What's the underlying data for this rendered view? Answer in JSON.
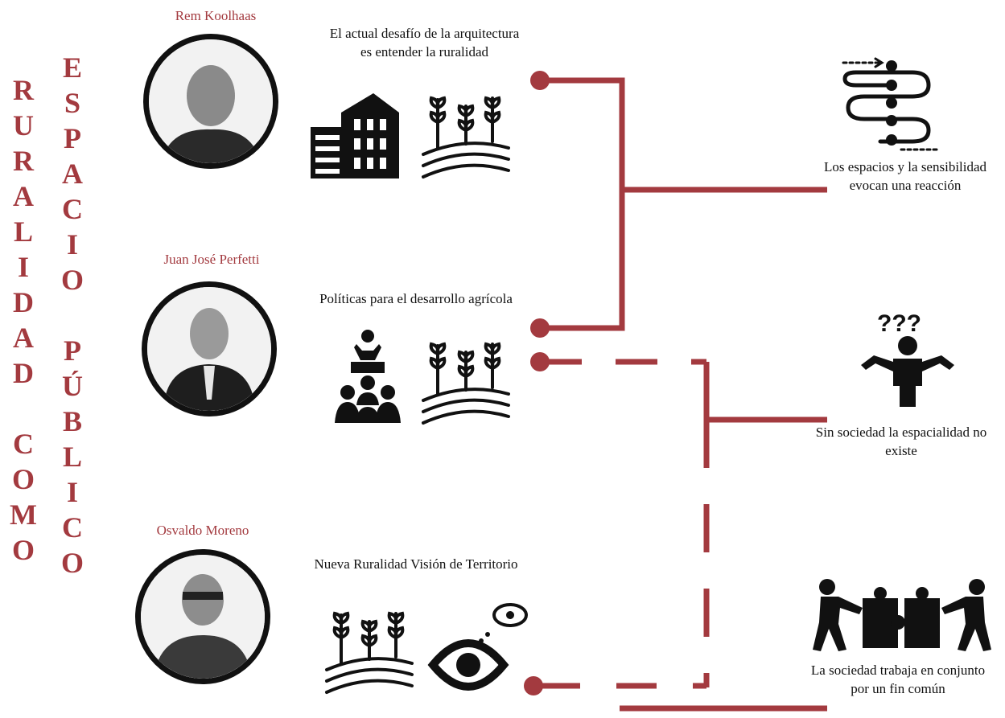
{
  "titles": {
    "col1": [
      "R",
      "U",
      "R",
      "A",
      "L",
      "I",
      "D",
      "A",
      "D",
      "",
      "C",
      "O",
      "M",
      "O"
    ],
    "col2": [
      "E",
      "S",
      "P",
      "A",
      "C",
      "I",
      "O",
      "",
      "P",
      "Ú",
      "B",
      "L",
      "I",
      "C",
      "O"
    ]
  },
  "people": [
    {
      "name": "Rem Koolhaas",
      "caption": "El actual desafío de la arquitectura es entender la ruralidad"
    },
    {
      "name": "Juan José Perfetti",
      "caption": "Políticas para el desarrollo agrícola"
    },
    {
      "name": "Osvaldo Moreno",
      "caption": "Nueva Ruralidad Visión de Territorio"
    }
  ],
  "concepts": [
    {
      "text": "Los espacios y la sensibilidad evocan una reacción"
    },
    {
      "text": "Sin sociedad la espacialidad no existe"
    },
    {
      "text": "La sociedad trabaja en conjunto por un fin común"
    }
  ],
  "icons": [
    "building-icon",
    "field-icon",
    "meeting-icon",
    "eye-icon",
    "flow-icon",
    "question-person-icon",
    "teamwork-puzzle-icon"
  ],
  "colors": {
    "accent": "#a33a3f",
    "line": "#a33a3f",
    "icon": "#111111"
  }
}
